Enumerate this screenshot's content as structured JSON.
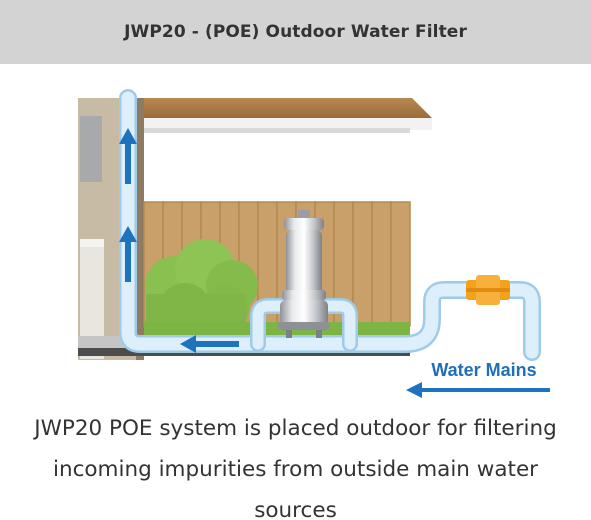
{
  "header": {
    "title": "JWP20 - (POE) Outdoor Water Filter"
  },
  "diagram": {
    "label": "Water Mains",
    "colors": {
      "pipe": "#cfe7f7",
      "pipe_outline": "#9fcbe9",
      "flow_arrow": "#1e73be",
      "label": "#1f6fb8",
      "fence": "#c9a06a",
      "fence_slat_line": "#b38a52",
      "roof": "#a97a45",
      "house_wall": "#cbbda7",
      "grass": "#79b341",
      "bush": "#8cc152",
      "ground": "#505050",
      "valve": "#f4a21b",
      "filter_steel": "#b9bcc0"
    },
    "icons": [
      "flow-arrow-icon",
      "valve-icon",
      "filter-housing-icon"
    ]
  },
  "caption": {
    "line1": "JWP20 POE system is placed outdoor for filtering",
    "line2": "incoming impurities from outside main water",
    "line3": "sources"
  }
}
